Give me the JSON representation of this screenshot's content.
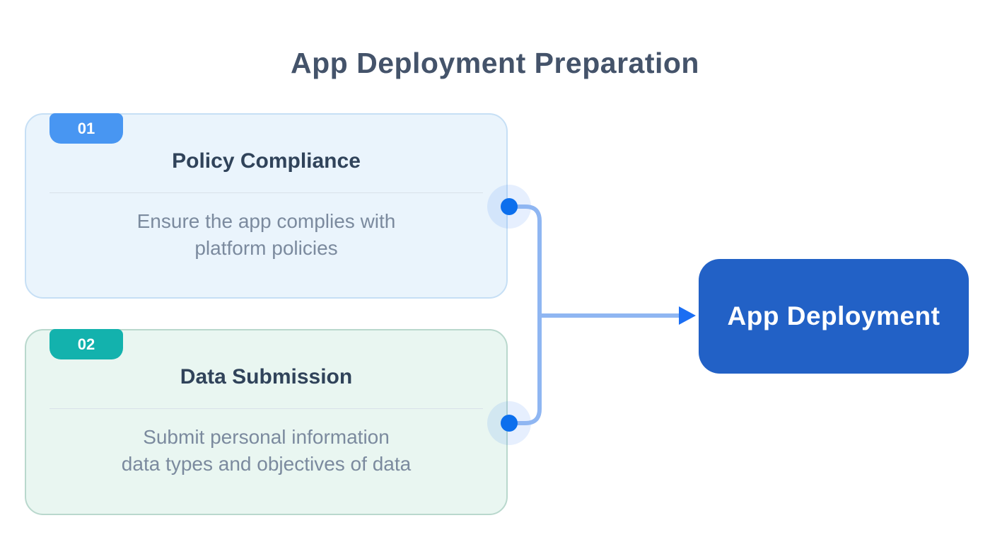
{
  "title": "App Deployment Preparation",
  "steps": [
    {
      "number": "01",
      "title": "Policy Compliance",
      "description": "Ensure the app complies with\nplatform policies",
      "accent_color": "#4896f2",
      "background_color": "#eaf4fc",
      "border_color": "#c6dff5"
    },
    {
      "number": "02",
      "title": "Data Submission",
      "description": "Submit personal information\ndata types and objectives of data",
      "accent_color": "#13b2ad",
      "background_color": "#e9f6f1",
      "border_color": "#b9d8cd"
    }
  ],
  "result": {
    "label": "App Deployment",
    "background_color": "#2261c6",
    "text_color": "#ffffff"
  },
  "colors": {
    "page_background": "#ffffff",
    "title_text": "#44536a",
    "card_title_text": "#30435a",
    "description_text": "#7b8a9e",
    "divider": "#d9e1e9",
    "connector_line": "#8fb6f2",
    "connector_dot": "#0c6fed",
    "connector_dot_halo": "rgba(59,130,246,0.13)",
    "arrowhead": "#1b6ef3"
  },
  "icons": {
    "arrowhead": "right-arrowhead",
    "dot": "connector-node-dot"
  }
}
